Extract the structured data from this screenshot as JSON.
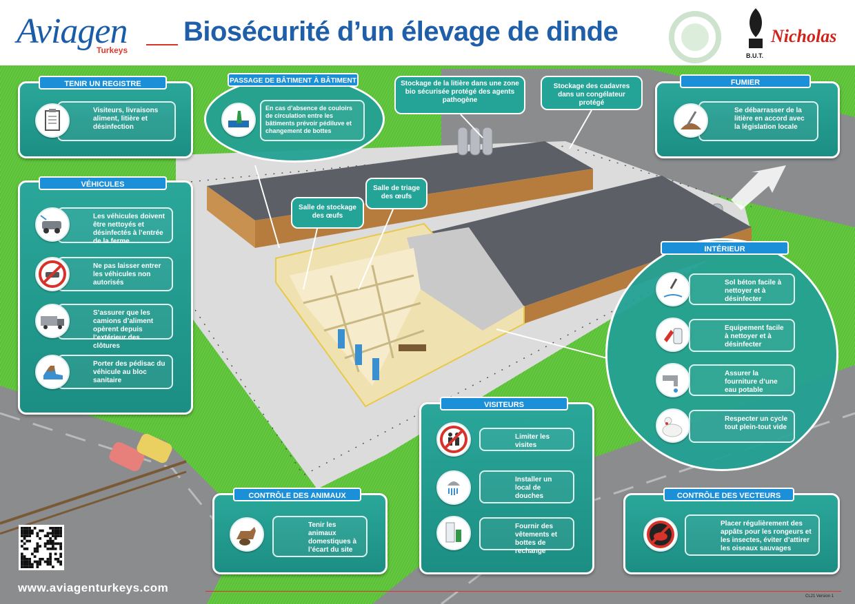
{
  "header": {
    "brand": "Aviagen",
    "brand_sub": "Turkeys",
    "title": "Biosécurité d’un élevage de dinde",
    "partner": "Nicholas",
    "partner_sub": "B.U.T."
  },
  "panels": {
    "registre": {
      "title": "TENIR UN REGISTRE",
      "items": [
        {
          "icon": "clipboard-icon",
          "text": "Visiteurs, livraisons aliment, litière et désinfection"
        }
      ]
    },
    "passage": {
      "title": "PASSAGE DE BÂTIMENT À BÂTIMENT",
      "items": [
        {
          "icon": "footbath-icon",
          "text": "En cas d’absence de couloirs de circulation entre les bâtiments prévoir pédiluve et changement de bottes"
        }
      ]
    },
    "vehicules": {
      "title": "VÉHICULES",
      "items": [
        {
          "icon": "car-wash-icon",
          "text": "Les véhicules doivent être nettoyés et désinfectés à l’entrée de la ferme"
        },
        {
          "icon": "no-vehicle-icon",
          "text": "Ne pas laisser entrer les véhicules non autorisés"
        },
        {
          "icon": "truck-icon",
          "text": "S’assurer que les camions d’aliment opèrent depuis l’extérieur des clôtures"
        },
        {
          "icon": "shoe-cover-icon",
          "text": "Porter des pédisac du véhicule au bloc sanitaire"
        }
      ]
    },
    "fumier": {
      "title": "FUMIER",
      "items": [
        {
          "icon": "manure-icon",
          "text": "Se débarrasser de la litière en accord avec la législation locale"
        }
      ]
    },
    "interieur": {
      "title": "INTÉRIEUR",
      "items": [
        {
          "icon": "spray-icon",
          "text": "Sol béton facile à nettoyer et à désinfecter"
        },
        {
          "icon": "equipment-icon",
          "text": "Equipement facile à nettoyer et à désinfecter"
        },
        {
          "icon": "tap-icon",
          "text": "Assurer la fourniture d’une eau potable"
        },
        {
          "icon": "turkey-icon",
          "text": "Respecter un cycle tout plein-tout vide"
        }
      ]
    },
    "visiteurs": {
      "title": "VISITEURS",
      "items": [
        {
          "icon": "no-visitors-icon",
          "text": "Limiter les visites"
        },
        {
          "icon": "shower-icon",
          "text": "Installer un local de douches"
        },
        {
          "icon": "clothes-boots-icon",
          "text": "Fournir des vêtements et bottes de rechange"
        }
      ]
    },
    "animaux": {
      "title": "CONTRÔLE DES ANIMAUX",
      "items": [
        {
          "icon": "animals-icon",
          "text": "Tenir les animaux domestiques à l’écart du site"
        }
      ]
    },
    "vecteurs": {
      "title": "CONTRÔLE DES VECTEURS",
      "items": [
        {
          "icon": "no-rodent-icon",
          "text": "Placer régulièrement des appâts pour les rongeurs et les insectes, éviter d’attirer les oiseaux sauvages"
        }
      ]
    }
  },
  "callouts": {
    "litiere": "Stockage de la litière dans une zone bio sécurisée protégé des agents pathogène",
    "cadavres": "Stockage des cadavres dans un congélateur protégé",
    "stockage_oeufs": "Salle de stockage des œufs",
    "triage_oeufs": "Salle de triage des œufs"
  },
  "footer": {
    "url": "www.aviagenturkeys.com",
    "version": "CL21 Version 1"
  },
  "colors": {
    "grass": "#5cbf3a",
    "panel_teal": "#239f93",
    "title_blue": "#1b8fd8",
    "roof": "#5c5f66",
    "wall": "#f0e2b0",
    "road": "#8b8c8e",
    "accent_red": "#d6332a"
  }
}
